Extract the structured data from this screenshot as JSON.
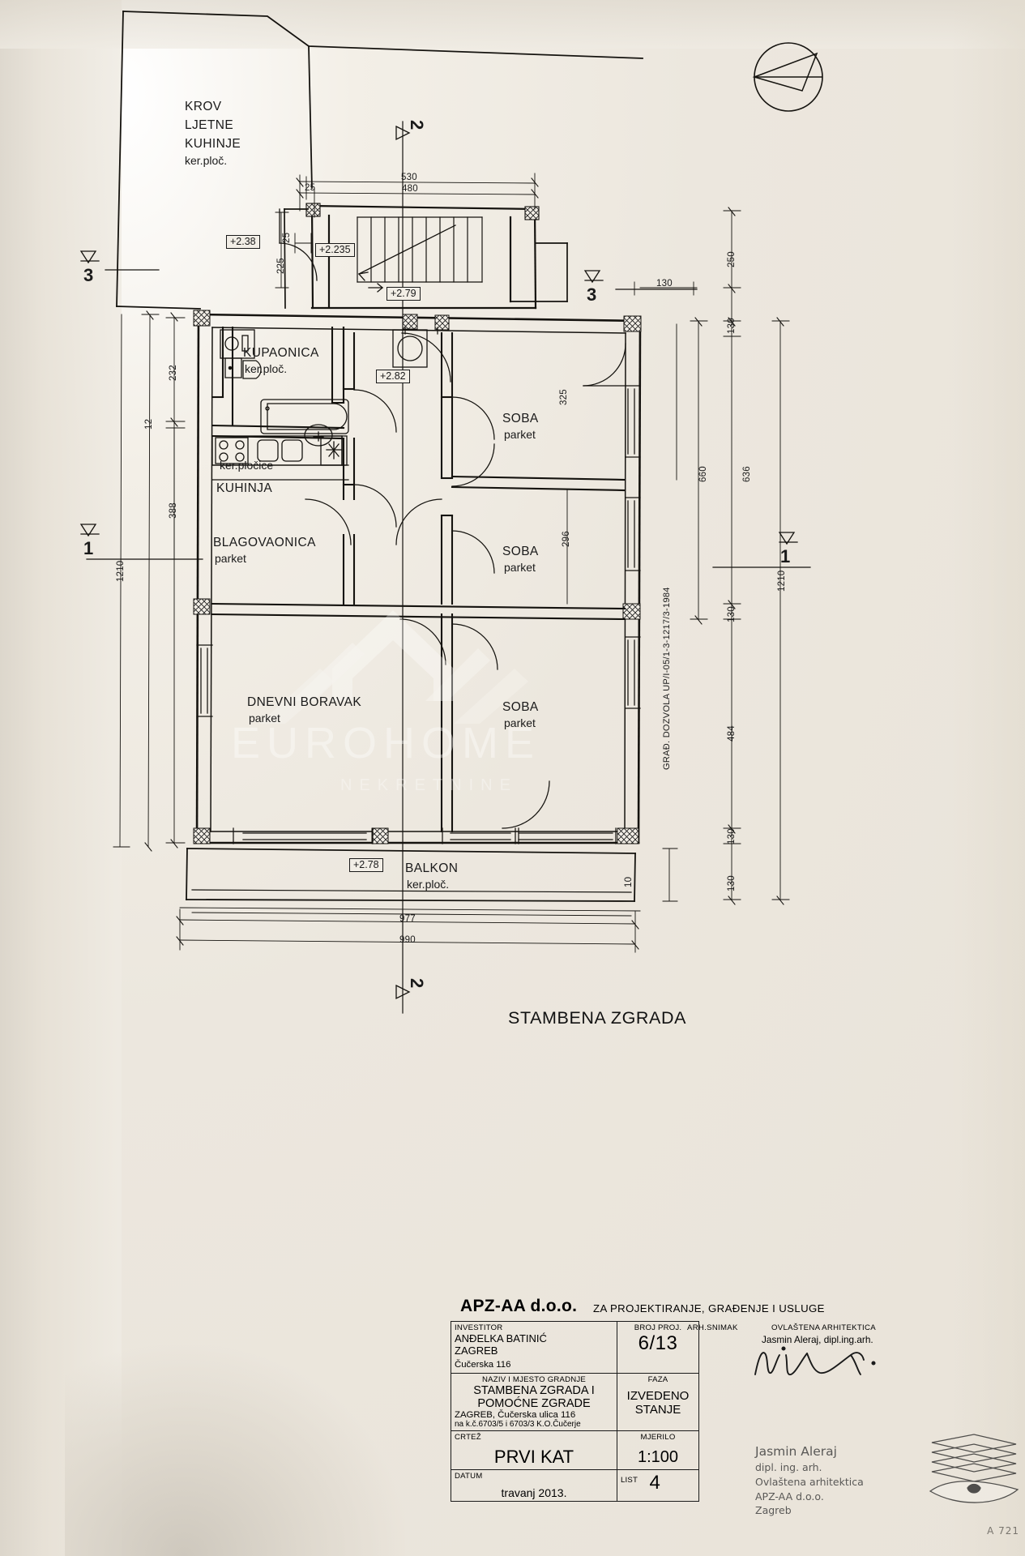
{
  "sheet": {
    "main_title": "STAMBENA ZGRADA",
    "archive_code": "A 721"
  },
  "rooms": [
    {
      "id": "krov-ljetne-kuhinje",
      "name_lines": [
        "KROV",
        "LJETNE",
        "KUHINJE"
      ],
      "material": "ker.ploč."
    },
    {
      "id": "kupaonica",
      "name": "KUPAONICA",
      "material": "ker.ploč."
    },
    {
      "id": "kuhinja",
      "name": "KUHINJA",
      "material": "ker.pločice"
    },
    {
      "id": "blagovaonica",
      "name": "BLAGOVAONICA",
      "material": "parket"
    },
    {
      "id": "dnevni-boravak",
      "name": "DNEVNI BORAVAK",
      "material": "parket"
    },
    {
      "id": "soba-1",
      "name": "SOBA",
      "material": "parket"
    },
    {
      "id": "soba-2",
      "name": "SOBA",
      "material": "parket"
    },
    {
      "id": "soba-3",
      "name": "SOBA",
      "material": "parket"
    },
    {
      "id": "balkon",
      "name": "BALKON",
      "material": "ker.ploč."
    }
  ],
  "elevations": [
    {
      "id": "elev-238",
      "value": "+2.38"
    },
    {
      "id": "elev-2235",
      "value": "+2.235"
    },
    {
      "id": "elev-279",
      "value": "+2.79"
    },
    {
      "id": "elev-282",
      "value": "+2.82"
    },
    {
      "id": "elev-278",
      "value": "+2.78"
    }
  ],
  "section_marks": [
    {
      "id": "section-2-top",
      "label": "2"
    },
    {
      "id": "section-3-left",
      "label": "3"
    },
    {
      "id": "section-3-right",
      "label": "3"
    },
    {
      "id": "section-1-left",
      "label": "1"
    },
    {
      "id": "section-1-right",
      "label": "1"
    },
    {
      "id": "section-2-bottom",
      "label": "2"
    }
  ],
  "dimensions": {
    "top": [
      {
        "id": "dim-530",
        "value": "530"
      },
      {
        "id": "dim-480",
        "value": "480"
      },
      {
        "id": "dim-25-top",
        "value": "25"
      },
      {
        "id": "dim-25-left",
        "value": "25"
      },
      {
        "id": "dim-225",
        "value": "225"
      },
      {
        "id": "dim-130-top",
        "value": "130"
      }
    ],
    "left": [
      {
        "id": "dim-232",
        "value": "232"
      },
      {
        "id": "dim-388",
        "value": "388"
      },
      {
        "id": "dim-12",
        "value": "12"
      },
      {
        "id": "dim-1210-left",
        "value": "1210"
      }
    ],
    "interior": [
      {
        "id": "dim-325",
        "value": "325"
      },
      {
        "id": "dim-296",
        "value": "296"
      }
    ],
    "right": [
      {
        "id": "dim-250",
        "value": "250"
      },
      {
        "id": "dim-130-a",
        "value": "130"
      },
      {
        "id": "dim-636",
        "value": "636"
      },
      {
        "id": "dim-660",
        "value": "660"
      },
      {
        "id": "dim-130-b",
        "value": "130"
      },
      {
        "id": "dim-484",
        "value": "484"
      },
      {
        "id": "dim-130-c",
        "value": "130"
      },
      {
        "id": "dim-130-d",
        "value": "130"
      },
      {
        "id": "dim-1210-right",
        "value": "1210"
      },
      {
        "id": "dim-10",
        "value": "10"
      }
    ],
    "bottom": [
      {
        "id": "dim-977",
        "value": "977"
      },
      {
        "id": "dim-990",
        "value": "990"
      }
    ]
  },
  "permit_note": "GRAĐ. DOZVOLA UP/I-05/1-3-1217/3-1984",
  "title_block": {
    "company": "APZ-AA d.o.o.",
    "tagline": "ZA PROJEKTIRANJE, GRAĐENJE I USLUGE",
    "investitor_caption": "INVESTITOR",
    "investitor_name": "ANĐELKA BATINIĆ",
    "investitor_city": "ZAGREB",
    "investitor_street": "Čučerska 116",
    "broj_proj_caption": "BROJ PROJ.",
    "broj_proj_value": "6/13",
    "naziv_caption": "NAZIV I MJESTO GRADNJE",
    "naziv_line1": "STAMBENA ZGRADA I",
    "naziv_line2": "POMOĆNE ZGRADE",
    "naziv_line3": "ZAGREB, Čučerska ulica 116",
    "naziv_line4": "na k.č.6703/5 i 6703/3 K.O.Čučerje",
    "faza_caption": "FAZA",
    "faza_line1": "IZVEDENO",
    "faza_line2": "STANJE",
    "crtez_caption": "CRTEŽ",
    "crtez_value": "PRVI KAT",
    "mjerilo_caption": "MJERILO",
    "mjerilo_value": "1:100",
    "datum_caption": "DATUM",
    "datum_value": "travanj 2013.",
    "list_caption": "LIST",
    "list_value": "4",
    "arh_snimak_caption": "ARH.SNIMAK",
    "ovlastena_caption": "OVLAŠTENA ARHITEKTICA",
    "architect_name": "Jasmin Aleraj, dipl.ing.arh.",
    "stamp_line1": "Jasmin Aleraj",
    "stamp_line2": "dipl. ing. arh.",
    "stamp_line3": "Ovlaštena arhitektica",
    "stamp_line4": "APZ-AA d.o.o.",
    "stamp_line5": "Zagreb"
  },
  "watermark": {
    "line1": "EUROHOME",
    "line2": "NEKRETNINE"
  }
}
